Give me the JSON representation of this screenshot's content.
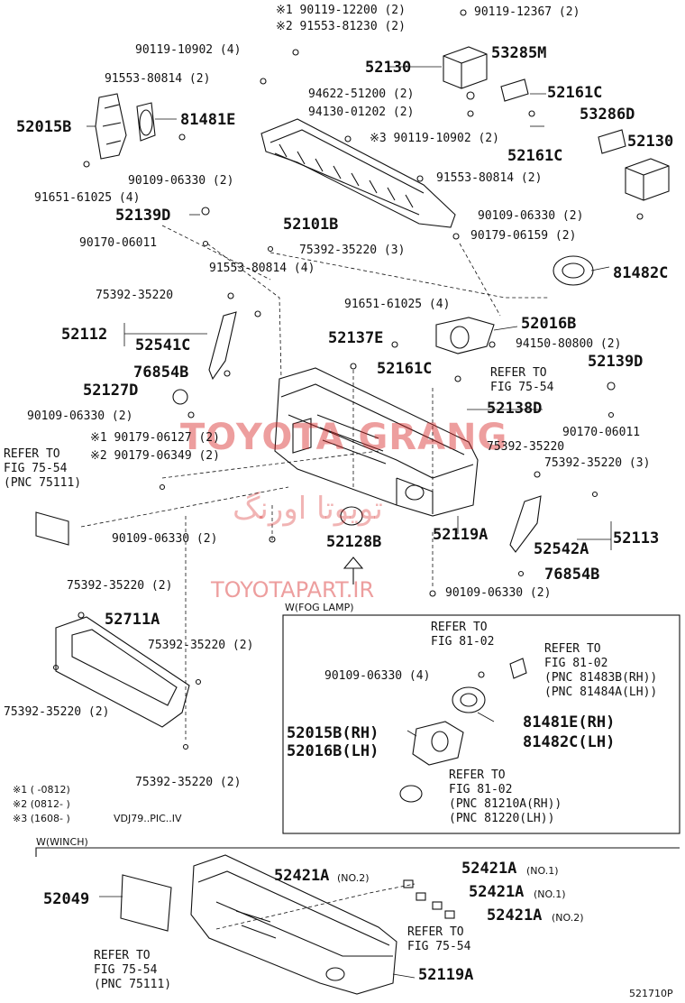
{
  "labels": {
    "p90119_12200": "※1 90119-12200 (2)",
    "p91553_81230": "※2 91553-81230 (2)",
    "p90119_12367": "90119-12367 (2)",
    "p90119_10902_4": "90119-10902 (4)",
    "p53285M": "53285M",
    "p52130_top": "52130",
    "p91553_80814_2a": "91553-80814 (2)",
    "p94622_51200": "94622-51200 (2)",
    "p94130_01202": "94130-01202 (2)",
    "p52161C_a": "52161C",
    "p53286D": "53286D",
    "p52015B": "52015B",
    "p81481E": "81481E",
    "p90119_10902_2": "※3 90119-10902 (2)",
    "p52130_right": "52130",
    "p52161C_b": "52161C",
    "p90109_06330_a": "90109-06330 (2)",
    "p91651_61025_4a": "91651-61025 (4)",
    "p91553_80814_2b": "91553-80814 (2)",
    "p52139D_a": "52139D",
    "p52101B": "52101B",
    "p90109_06330_b": "90109-06330 (2)",
    "p90170_06011_a": "90170-06011",
    "p90179_06159": "90179-06159 (2)",
    "p75392_35220_3a": "75392-35220 (3)",
    "p91553_80814_4": "91553-80814 (4)",
    "p81482C": "81482C",
    "p75392_35220_a": "75392-35220",
    "p91651_61025_4b": "91651-61025 (4)",
    "p52112": "52112",
    "p52016B": "52016B",
    "p52541C": "52541C",
    "p52137E": "52137E",
    "p94150_80800": "94150-80800 (2)",
    "p76854B_a": "76854B",
    "p52161C_c": "52161C",
    "p52139D_b": "52139D",
    "p52127D": "52127D",
    "refer_75_54_a1": "REFER TO",
    "refer_75_54_a2": "FIG 75-54",
    "p52138D": "52138D",
    "p90109_06330_c": "90109-06330 (2)",
    "p90170_06011_b": "90170-06011",
    "p90179_06127": "※1 90179-06127 (2)",
    "p75392_35220_b": "75392-35220",
    "p90179_06349": "※2 90179-06349 (2)",
    "refer_75_54_b1": "REFER TO",
    "refer_75_54_b2": "FIG 75-54",
    "pnc_75111_a": "(PNC 75111)",
    "p75392_35220_3b": "75392-35220 (3)",
    "p90109_06330_d": "90109-06330 (2)",
    "p52128B": "52128B",
    "p52119A_a": "52119A",
    "p52113": "52113",
    "p52542A": "52542A",
    "p76854B_b": "76854B",
    "p90109_06330_e": "90109-06330 (2)",
    "fog_lamp_caption": "W(FOG LAMP)",
    "p75392_35220_2a": "75392-35220 (2)",
    "p52711A": "52711A",
    "refer_81_02_a1": "REFER TO",
    "refer_81_02_a2": "FIG 81-02",
    "refer_81_02_b1": "REFER TO",
    "refer_81_02_b2": "FIG 81-02",
    "pnc_81483B": "(PNC 81483B(RH))",
    "pnc_81484A": "(PNC 81484A(LH))",
    "p75392_35220_2b": "75392-35220 (2)",
    "p90109_06330_4": "90109-06330 (4)",
    "p75392_35220_2c": "75392-35220 (2)",
    "p81481E_rh": "81481E(RH)",
    "p52015B_rh": "52015B(RH)",
    "p81482C_lh": "81482C(LH)",
    "p52016B_lh": "52016B(LH)",
    "refer_81_02_c1": "REFER TO",
    "refer_81_02_c2": "FIG 81-02",
    "pnc_81210A": "(PNC 81210A(RH))",
    "pnc_81220": "(PNC 81220(LH))",
    "p75392_35220_2d": "75392-35220 (2)",
    "note1": "※1 (      -0812)",
    "note2": "※2 (0812-      )",
    "note3": "※3 (1608-      )",
    "note_vdj": "VDJ79..PIC..IV",
    "winch_caption": "W(WINCH)",
    "p52421A_no2a": "52421A",
    "no2a": "(NO.2)",
    "p52421A_no1a": "52421A",
    "no1a": "(NO.1)",
    "p52421A_no1b": "52421A",
    "no1b": "(NO.1)",
    "p52049": "52049",
    "p52421A_no2b": "52421A",
    "no2b": "(NO.2)",
    "refer_75_54_c1": "REFER TO",
    "refer_75_54_c2": "FIG 75-54",
    "refer_75_54_d1": "REFER TO",
    "refer_75_54_d2": "FIG 75-54",
    "pnc_75111_b": "(PNC 75111)",
    "p52119A_b": "52119A",
    "figure_id": "521710P"
  },
  "watermark": {
    "brand": "TOYOTA GRANG",
    "persian": "تویوتا اورنگ",
    "url": "TOYOTAPART.IR"
  },
  "colors": {
    "line": "#111111",
    "watermark": "#d62828"
  }
}
